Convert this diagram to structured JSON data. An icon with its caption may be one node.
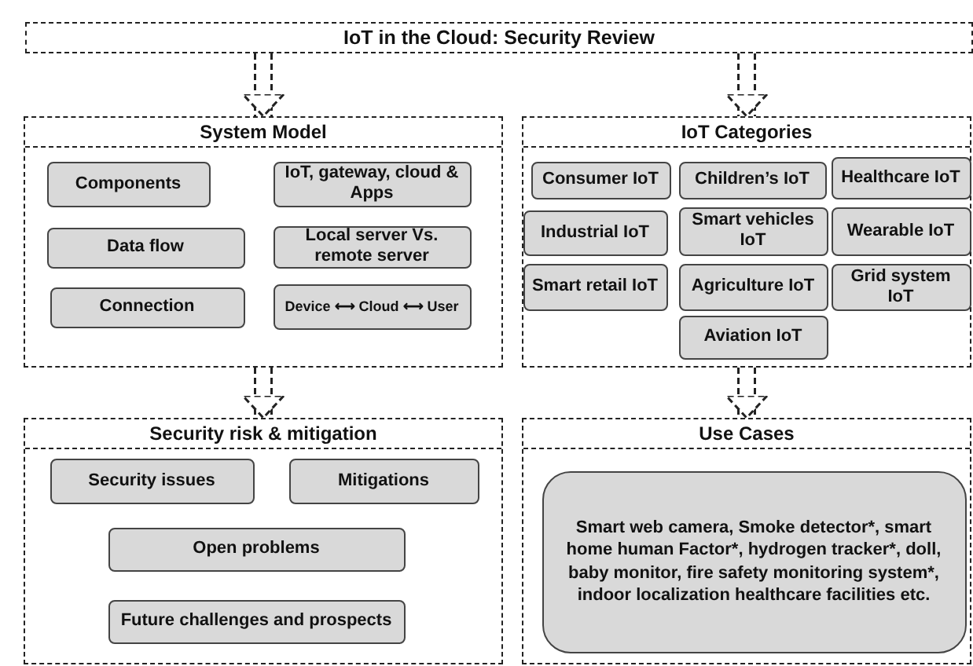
{
  "diagram": {
    "nodes": [
      {
        "text": [
          "IoT in the Cloud: Security Review"
        ]
      },
      {
        "text": [
          "System Model"
        ]
      },
      {
        "text": [
          "Components"
        ],
        "in": 1
      },
      {
        "text": [
          "IoT, gateway, cloud & Apps"
        ],
        "in": 1
      },
      {
        "text": [
          "Data flow"
        ],
        "in": 1
      },
      {
        "text": [
          "Local server Vs. remote server"
        ],
        "in": 1
      },
      {
        "text": [
          "Connection"
        ],
        "in": 1
      },
      {
        "text": [
          "Device ⟷ Cloud ⟷ User"
        ],
        "in": 1
      },
      {
        "text": [
          "IoT Categories"
        ]
      },
      {
        "text": [
          "Consumer IoT"
        ],
        "in": 8
      },
      {
        "text": [
          "Children’s IoT"
        ],
        "in": 8
      },
      {
        "text": [
          "Healthcare IoT"
        ],
        "in": 8
      },
      {
        "text": [
          "Industrial IoT"
        ],
        "in": 8
      },
      {
        "text": [
          "Smart vehicles IoT"
        ],
        "in": 8
      },
      {
        "text": [
          "Wearable IoT"
        ],
        "in": 8
      },
      {
        "text": [
          "Smart retail IoT"
        ],
        "in": 8
      },
      {
        "text": [
          "Agriculture IoT"
        ],
        "in": 8
      },
      {
        "text": [
          "Grid system IoT"
        ],
        "in": 8
      },
      {
        "text": [
          "Aviation IoT"
        ],
        "in": 8
      },
      {
        "text": [
          "Security risk & mitigation"
        ]
      },
      {
        "text": [
          "Security issues"
        ],
        "in": 19
      },
      {
        "text": [
          "Mitigations"
        ],
        "in": 19
      },
      {
        "text": [
          "Open problems"
        ],
        "in": 19
      },
      {
        "text": [
          "Future challenges and prospects"
        ],
        "in": 19
      },
      {
        "text": [
          "Use Cases"
        ]
      },
      {
        "text": [
          "Smart web camera, Smoke detector*, smart home human Factor*, hydrogen tracker*, doll, baby monitor, fire safety monitoring system*, indoor localization healthcare facilities etc."
        ],
        "in": 24
      }
    ],
    "edges": [
      {
        "from": 0,
        "to": 1,
        "arrow": "to",
        "style": "dashed"
      },
      {
        "from": 0,
        "to": 8,
        "arrow": "to",
        "style": "dashed"
      },
      {
        "from": 1,
        "to": 19,
        "arrow": "to",
        "style": "dashed"
      },
      {
        "from": 8,
        "to": 24,
        "arrow": "to",
        "style": "dashed"
      }
    ]
  }
}
